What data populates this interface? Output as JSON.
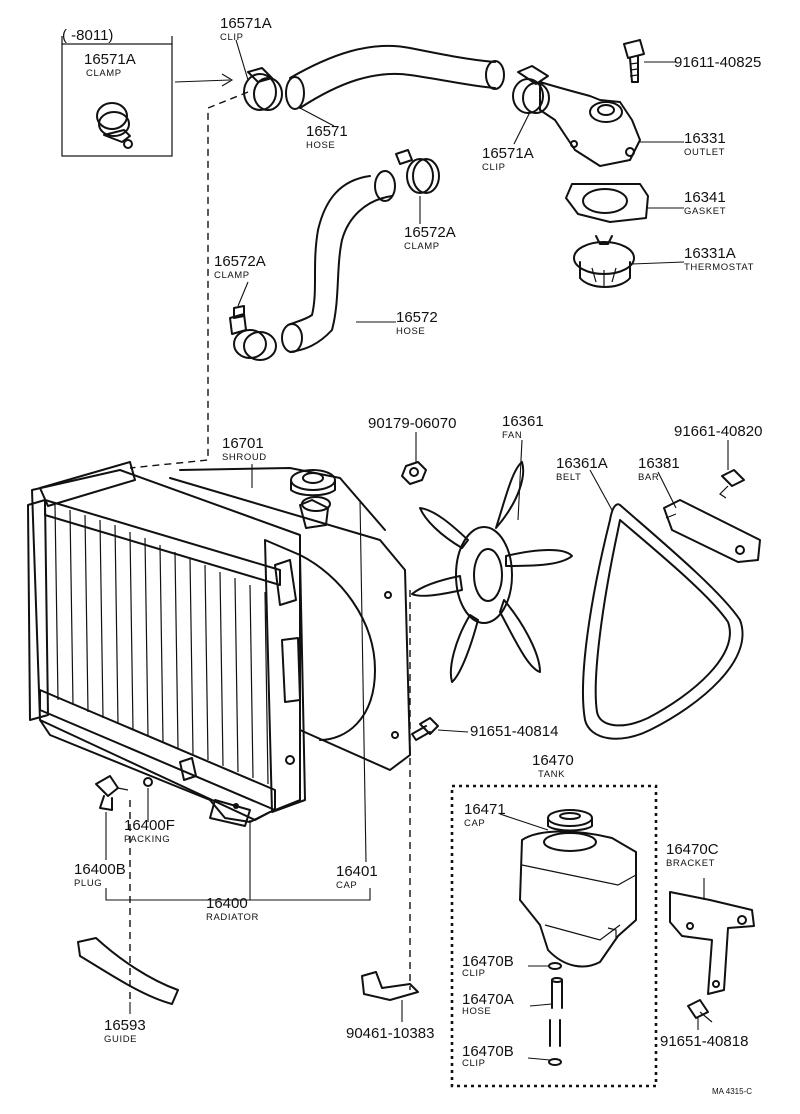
{
  "diagram": {
    "inset_header": "(      -8011)",
    "code": "MA 4315-C",
    "parts": [
      {
        "id": "p16571A_inset",
        "number": "16571A",
        "name": "CLAMP"
      },
      {
        "id": "p16571A_a",
        "number": "16571A",
        "name": "CLIP"
      },
      {
        "id": "p16571",
        "number": "16571",
        "name": "HOSE"
      },
      {
        "id": "p16571A_b",
        "number": "16571A",
        "name": "CLIP"
      },
      {
        "id": "p91611",
        "number": "91611-40825",
        "name": ""
      },
      {
        "id": "p16331",
        "number": "16331",
        "name": "OUTLET"
      },
      {
        "id": "p16341",
        "number": "16341",
        "name": "GASKET"
      },
      {
        "id": "p16331A",
        "number": "16331A",
        "name": "THERMOSTAT"
      },
      {
        "id": "p16572A_a",
        "number": "16572A",
        "name": "CLAMP"
      },
      {
        "id": "p16572A_b",
        "number": "16572A",
        "name": "CLAMP"
      },
      {
        "id": "p16572",
        "number": "16572",
        "name": "HOSE"
      },
      {
        "id": "p16701",
        "number": "16701",
        "name": "SHROUD"
      },
      {
        "id": "p90179",
        "number": "90179-06070",
        "name": ""
      },
      {
        "id": "p16361",
        "number": "16361",
        "name": "FAN"
      },
      {
        "id": "p91661",
        "number": "91661-40820",
        "name": ""
      },
      {
        "id": "p16361A",
        "number": "16361A",
        "name": "BELT"
      },
      {
        "id": "p16381",
        "number": "16381",
        "name": "BAR"
      },
      {
        "id": "p91651a",
        "number": "91651-40814",
        "name": ""
      },
      {
        "id": "p16470",
        "number": "16470",
        "name": "TANK"
      },
      {
        "id": "p16471",
        "number": "16471",
        "name": "CAP"
      },
      {
        "id": "p16470C",
        "number": "16470C",
        "name": "BRACKET"
      },
      {
        "id": "p16400F",
        "number": "16400F",
        "name": "PACKING"
      },
      {
        "id": "p16400B",
        "number": "16400B",
        "name": "PLUG"
      },
      {
        "id": "p16401",
        "number": "16401",
        "name": "CAP"
      },
      {
        "id": "p16400",
        "number": "16400",
        "name": "RADIATOR"
      },
      {
        "id": "p16470B_a",
        "number": "16470B",
        "name": "CLIP"
      },
      {
        "id": "p16470A",
        "number": "16470A",
        "name": "HOSE"
      },
      {
        "id": "p16470B_b",
        "number": "16470B",
        "name": "CLIP"
      },
      {
        "id": "p91651b",
        "number": "91651-40818",
        "name": ""
      },
      {
        "id": "p16593",
        "number": "16593",
        "name": "GUIDE"
      },
      {
        "id": "p90461",
        "number": "90461-10383",
        "name": ""
      }
    ]
  }
}
